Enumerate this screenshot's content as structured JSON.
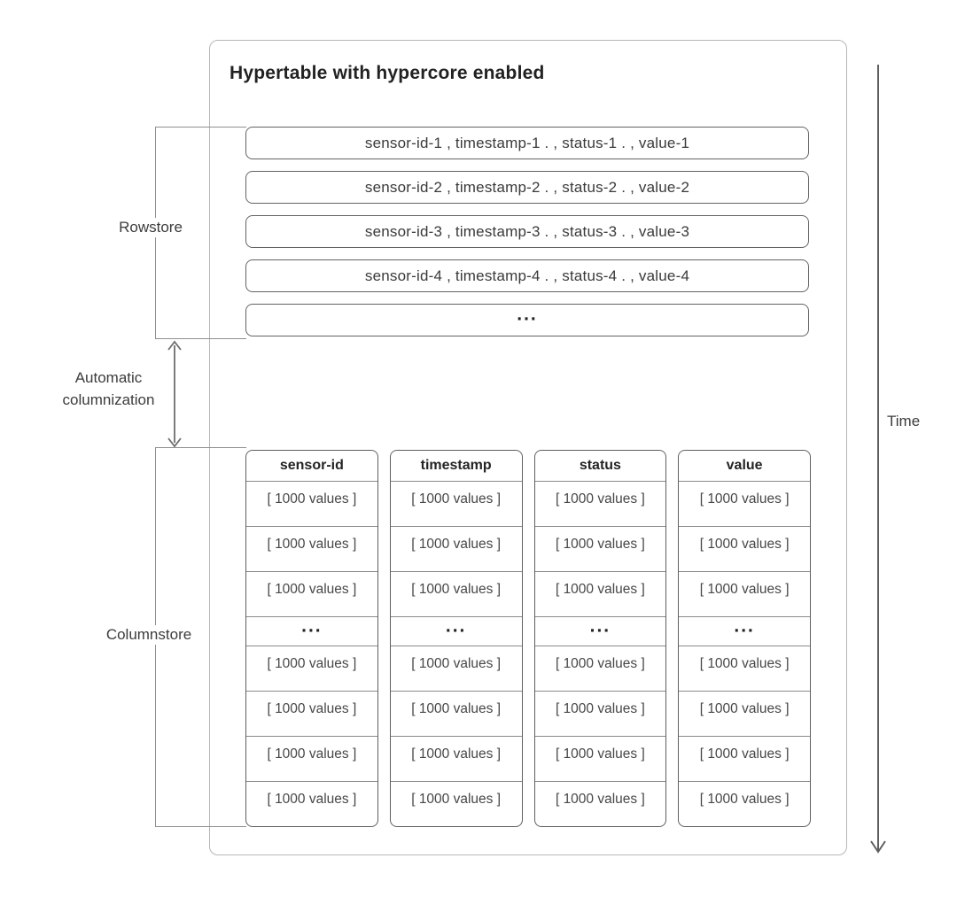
{
  "title": "Hypertable with hypercore enabled",
  "rowstore": {
    "label": "Rowstore",
    "rows": [
      "sensor-id-1 , timestamp-1 . , status-1 . , value-1",
      "sensor-id-2 , timestamp-2 . , status-2 . , value-2",
      "sensor-id-3 , timestamp-3 . , status-3 . , value-3",
      "sensor-id-4 , timestamp-4 . , status-4 . , value-4"
    ],
    "ellipsis": "..."
  },
  "automatic_columnization": {
    "lines": [
      "Automatic",
      "columnization"
    ]
  },
  "columnstore": {
    "label": "Columnstore",
    "columns": [
      {
        "header": "sensor-id"
      },
      {
        "header": "timestamp"
      },
      {
        "header": "status"
      },
      {
        "header": "value"
      }
    ],
    "cell_text": "[ 1000 values ]",
    "ellipsis": "..."
  },
  "time_label": "Time",
  "colors": {
    "inner_border": "#636363",
    "outer_border": "#b7b7b7",
    "bracket_line": "#8f8f8f",
    "arrow": "#6e6e6e",
    "text": "#3c3c3c",
    "title_text": "#222222"
  }
}
